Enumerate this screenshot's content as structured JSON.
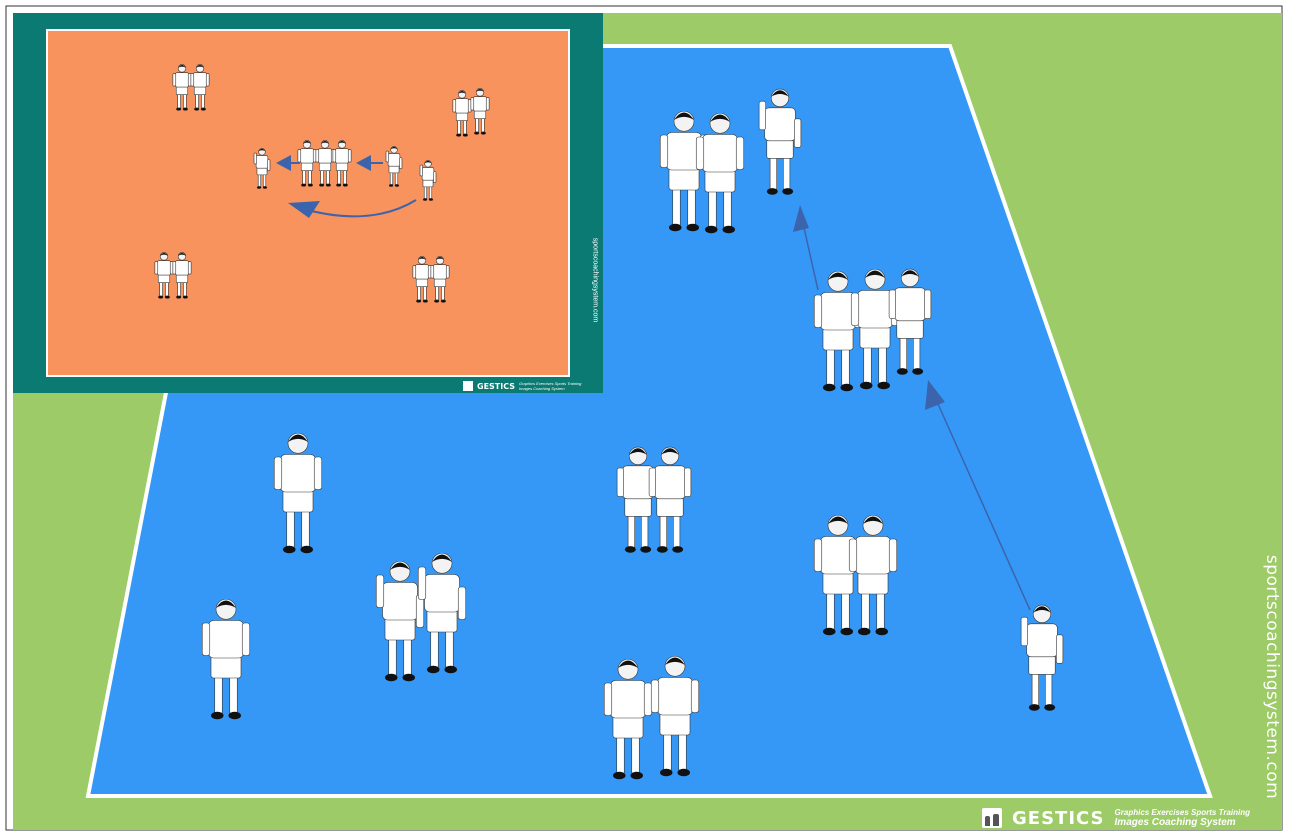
{
  "diagram": {
    "watermark": "sportscoachingsystem.com",
    "brand": {
      "name": "GESTICS",
      "tagline_line1": "Graphics Exercises Sports Training",
      "tagline_line2": "Images Coaching System"
    },
    "colors": {
      "grass": "#9ccb67",
      "court": "#3598f7",
      "court_lines": "#ffffff",
      "inset_background": "#0a7a72",
      "inset_field": "#f8935e",
      "arrow": "#3b64ac",
      "player_kit": "#ffffff",
      "player_hair": "#111111"
    },
    "main_field": {
      "surface": "court",
      "groups": [
        {
          "id": "top-pair",
          "players": 2,
          "stance": "standing"
        },
        {
          "id": "top-runner",
          "players": 1,
          "stance": "running"
        },
        {
          "id": "middle-trio",
          "players": 3,
          "stance": "standing"
        },
        {
          "id": "left-single",
          "players": 1,
          "stance": "standing"
        },
        {
          "id": "center-pair",
          "players": 2,
          "stance": "standing"
        },
        {
          "id": "right-pair",
          "players": 2,
          "stance": "standing"
        },
        {
          "id": "left-bottom-single",
          "players": 1,
          "stance": "standing"
        },
        {
          "id": "left-middle-pair",
          "players": 2,
          "stance": "walking"
        },
        {
          "id": "bottom-pair",
          "players": 2,
          "stance": "standing"
        },
        {
          "id": "bottom-right-runner",
          "players": 1,
          "stance": "running"
        }
      ],
      "arrows": 2
    },
    "inset": {
      "surface": "field",
      "player_groups": 7,
      "arrows": 3
    }
  }
}
